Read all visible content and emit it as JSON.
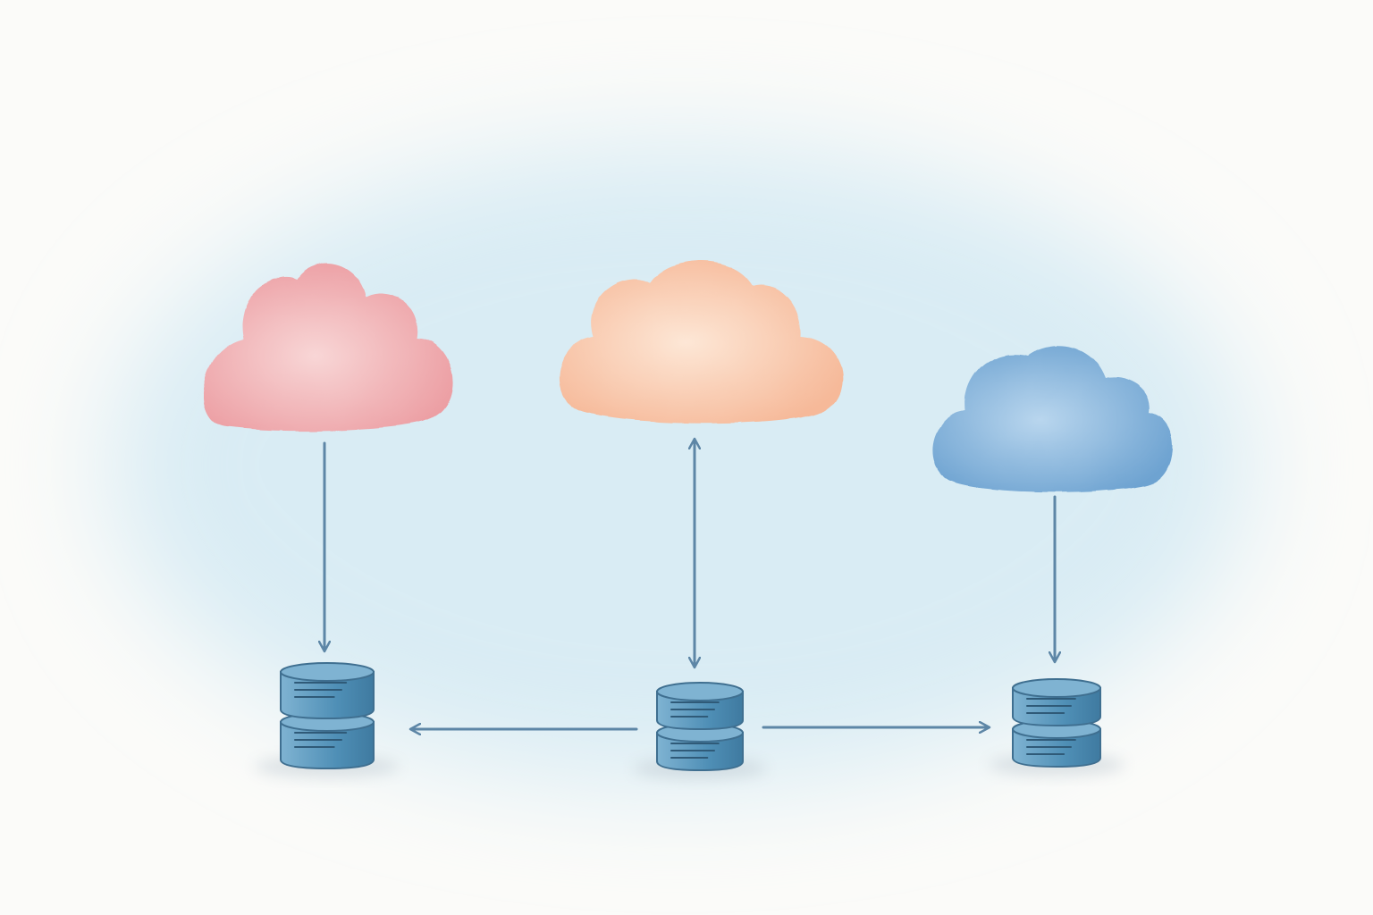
{
  "diagram": {
    "background": "#fbfbf9",
    "wash_color": "#d9ecf4",
    "connector_color": "#5d86a6",
    "clouds": [
      {
        "id": "cloud-left",
        "color": "#ec9ea3",
        "highlight": "#f8d6d6"
      },
      {
        "id": "cloud-center",
        "color": "#f6b999",
        "highlight": "#fde7d6"
      },
      {
        "id": "cloud-right",
        "color": "#6ea3d1",
        "highlight": "#b9d6ee"
      }
    ],
    "servers": [
      {
        "id": "server-left",
        "color": "#4f8fb6",
        "top_color": "#7fb3d2"
      },
      {
        "id": "server-center",
        "color": "#4f8fb6",
        "top_color": "#7fb3d2"
      },
      {
        "id": "server-right",
        "color": "#4f8fb6",
        "top_color": "#7fb3d2"
      }
    ],
    "connections": [
      {
        "from": "cloud-left",
        "to": "server-left",
        "direction": "one-way"
      },
      {
        "from": "cloud-center",
        "to": "server-center",
        "direction": "two-way"
      },
      {
        "from": "cloud-right",
        "to": "server-right",
        "direction": "one-way"
      },
      {
        "from": "server-center",
        "to": "server-left",
        "direction": "one-way"
      },
      {
        "from": "server-center",
        "to": "server-right",
        "direction": "one-way"
      }
    ]
  }
}
